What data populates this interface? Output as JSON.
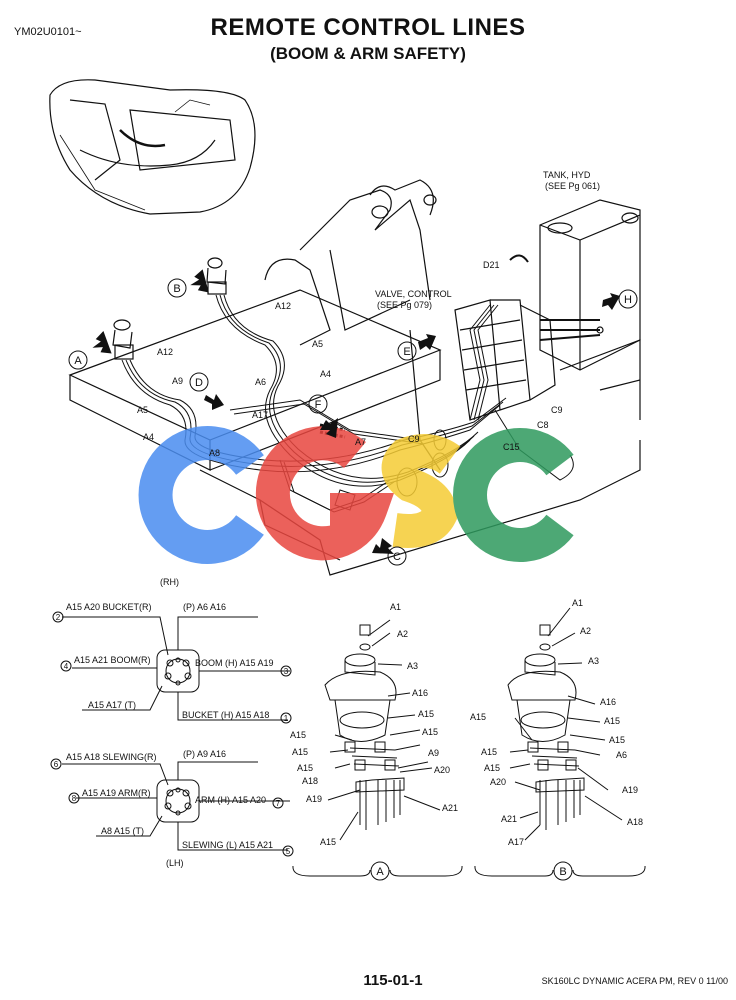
{
  "header": {
    "code": "YM02U0101~",
    "title": "REMOTE CONTROL LINES",
    "subtitle": "(BOOM & ARM SAFETY)"
  },
  "main_view": {
    "callouts": [
      "A",
      "B",
      "C",
      "D",
      "E",
      "F",
      "H"
    ],
    "tank_label_1": "TANK, HYD",
    "tank_label_2": "(SEE Pg  061)",
    "valve_label_1": "VALVE, CONTROL",
    "valve_label_2": "(SEE Pg  079)",
    "parts": {
      "A12a": "A12",
      "A12b": "A12",
      "A9": "A9",
      "A5a": "A5",
      "A5b": "A5",
      "A6": "A6",
      "A4a": "A4",
      "A4b": "A4",
      "A17": "A17",
      "A7": "A7",
      "A8": "A8",
      "C9a": "C9",
      "C9b": "C9",
      "C8": "C8",
      "C15": "C15",
      "D21": "D21"
    }
  },
  "port_diagram_rh": {
    "side": "(RH)",
    "ports": [
      {
        "num": "2",
        "label": "A15  A20 BUCKET(R)"
      },
      {
        "num": "",
        "label": "(P)  A6  A16"
      },
      {
        "num": "4",
        "label": "A15  A21 BOOM(R)"
      },
      {
        "num": "3",
        "label": "BOOM (H) A15  A19"
      },
      {
        "num": "",
        "label": "A15  A17  (T)"
      },
      {
        "num": "1",
        "label": "BUCKET (H)  A15  A18"
      }
    ]
  },
  "port_diagram_lh": {
    "side": "(LH)",
    "ports": [
      {
        "num": "6",
        "label": "A15  A18 SLEWING(R)"
      },
      {
        "num": "",
        "label": "(P)  A9  A16"
      },
      {
        "num": "8",
        "label": "A15  A19 ARM(R)"
      },
      {
        "num": "7",
        "label": "ARM (H) A15  A20"
      },
      {
        "num": "",
        "label": "A8  A15  (T)"
      },
      {
        "num": "5",
        "label": "SLEWING (L)  A15  A21"
      }
    ]
  },
  "exploded_a": {
    "view": "A",
    "labels": [
      "A1",
      "A2",
      "A3",
      "A16",
      "A15",
      "A15",
      "A15",
      "A15",
      "A15",
      "A9",
      "A18",
      "A20",
      "A19",
      "A21",
      "A15"
    ]
  },
  "exploded_b": {
    "view": "B",
    "labels": [
      "A1",
      "A2",
      "A3",
      "A16",
      "A15",
      "A15",
      "A15",
      "A15",
      "A15",
      "A6",
      "A20",
      "A19",
      "A21",
      "A18",
      "A17"
    ]
  },
  "footer": {
    "page": "115-01-1",
    "model": "SK160LC DYNAMIC ACERA PM,  REV 0 11/00"
  },
  "watermark": {
    "text": "CGSC",
    "colors": [
      "#4a8df0",
      "#e8463f",
      "#f5cc35",
      "#2e9a5e"
    ]
  }
}
